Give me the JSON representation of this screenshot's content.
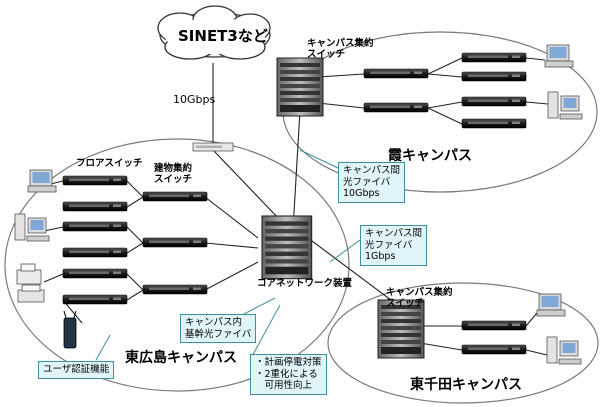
{
  "cloud": {
    "label": "SINET3など"
  },
  "uplink": {
    "label": "10Gbps"
  },
  "labels": {
    "floor_switch": "フロアスイッチ",
    "building_agg": "建物集約\nスイッチ",
    "kasumi_agg": "キャンパス集約\nスイッチ",
    "higashisenda_agg": "キャンパス集約\nスイッチ",
    "core": "コアネットワーク装置"
  },
  "campuses": {
    "higashihiroshima": "東広島キャンパス",
    "kasumi": "霞キャンパス",
    "higashisenda": "東千田キャンパス"
  },
  "callouts": {
    "kasumi_fiber": "キャンパス間\n光ファイバ\n10Gbps",
    "senda_fiber": "キャンパス間\n光ファイバ\n1Gbps",
    "backbone": "キャンパス内\n基幹光ファイバ",
    "auth": "ユーザ認証機能",
    "redundancy": "・計画停電対策\n・2重化による\n　可用性向上"
  }
}
